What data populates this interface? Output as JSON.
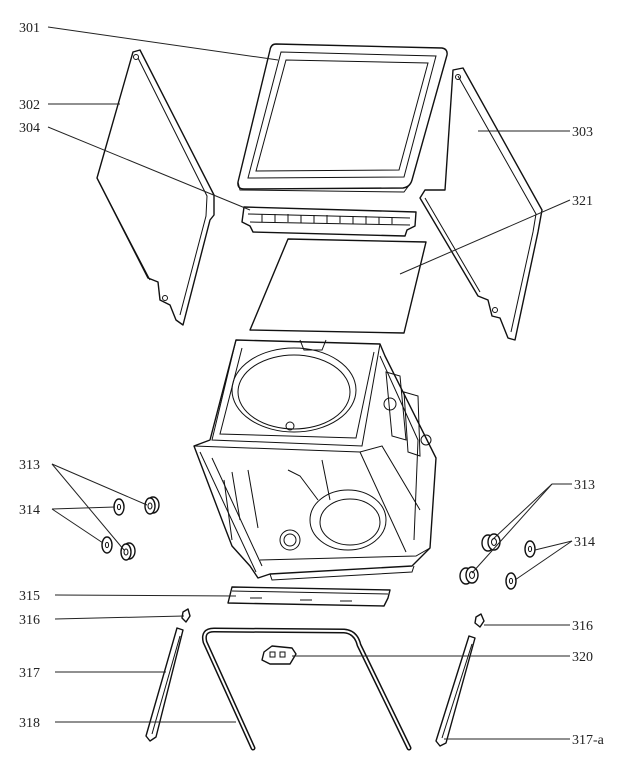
{
  "labels": {
    "p301": "301",
    "p302": "302",
    "p303": "303",
    "p304": "304",
    "p321": "321",
    "p313_left": "313",
    "p314_left": "314",
    "p313_right": "313",
    "p314_right": "314",
    "p315": "315",
    "p316_left": "316",
    "p316_right": "316",
    "p317": "317",
    "p318": "318",
    "p320": "320",
    "p317a": "317-a"
  }
}
